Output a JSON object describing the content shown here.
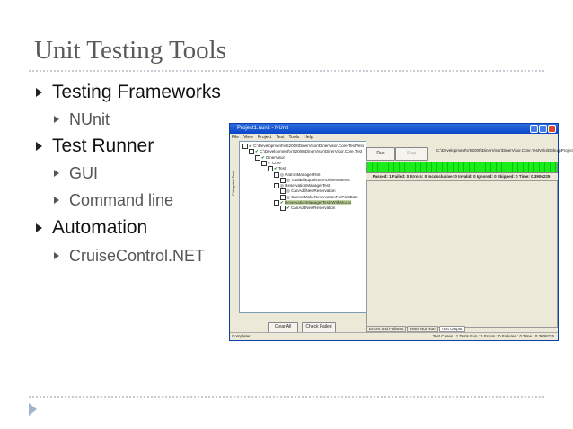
{
  "slide": {
    "title": "Unit Testing Tools",
    "bullets": [
      {
        "level": 1,
        "text": "Testing Frameworks"
      },
      {
        "level": 2,
        "text": "NUnit"
      },
      {
        "level": 1,
        "text": "Test Runner"
      },
      {
        "level": 2,
        "text": "GUI"
      },
      {
        "level": 2,
        "text": "Command line"
      },
      {
        "level": 1,
        "text": "Automation"
      },
      {
        "level": 2,
        "text": "CruiseControl.NET"
      }
    ]
  },
  "nunit": {
    "window_title": "Project1.nunit - NUnit",
    "menu": [
      "File",
      "View",
      "Project",
      "Test",
      "Tools",
      "Help"
    ],
    "side_tabs": [
      "Tests",
      "Categories"
    ],
    "tree": [
      {
        "depth": 0,
        "label": "C:\\Development\\VS2008\\DinerVisor\\DinerVisor.Core.TestVelo",
        "state": "pass"
      },
      {
        "depth": 1,
        "label": "C:\\Development\\VS2008\\DinerVisor\\DinerVisor.Core.Test",
        "state": "pass"
      },
      {
        "depth": 2,
        "label": "DinerVisor",
        "state": "pass"
      },
      {
        "depth": 3,
        "label": "Core",
        "state": "pass"
      },
      {
        "depth": 4,
        "label": "Test",
        "state": "pass"
      },
      {
        "depth": 5,
        "label": "PatronManagerTest",
        "state": "none"
      },
      {
        "depth": 6,
        "label": "TotalBillEqualsSumOfMenuItems",
        "state": "none"
      },
      {
        "depth": 5,
        "label": "ReservationManagerTest",
        "state": "none"
      },
      {
        "depth": 6,
        "label": "CanAddNewReservation",
        "state": "none"
      },
      {
        "depth": 6,
        "label": "CannotMakeReservationForPastDate",
        "state": "none"
      },
      {
        "depth": 5,
        "label": "ReservationManagerTestsWithMocks",
        "state": "pass"
      },
      {
        "depth": 6,
        "label": "CanAddNewReservation",
        "state": "pass"
      }
    ],
    "clear_all": "Clear All",
    "check_failed": "Check Failed",
    "run": "Run",
    "stop": "Stop",
    "project_path": "C:\\Development\\VS2008\\DinerVisor\\DinerVisor.Core.TestVelo\\Debug\\Project1.nunit",
    "progress_percent": 100,
    "progress_color": "#1aee1a",
    "summary": "Passed: 1  Failed: 0  Errors: 0  Inconclusive: 0  Invalid: 0  Ignored: 0  Skipped: 0  Time: 0.3906225",
    "output_tabs": [
      "Errors and Failures",
      "Tests Not Run",
      "Text Output"
    ],
    "status_left": "Completed",
    "status_right": "Test Cases : 1   Tests Run : 1   Errors : 0   Failures : 0   Time : 0.3906225"
  }
}
